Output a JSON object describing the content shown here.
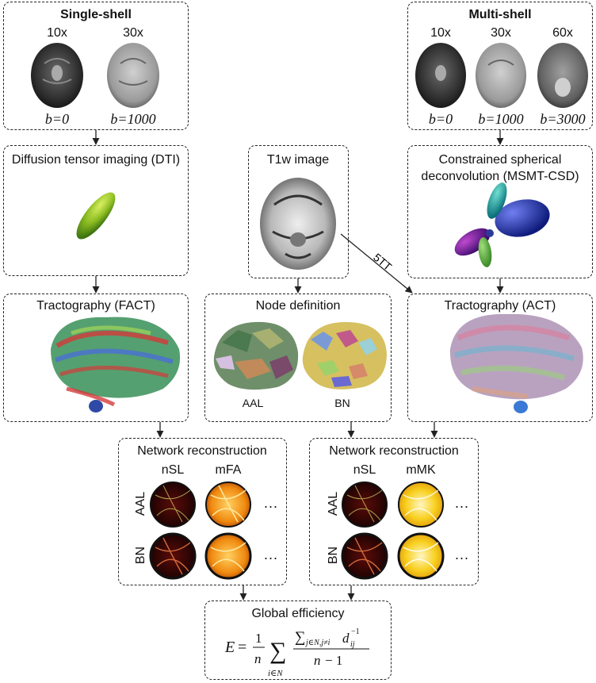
{
  "single_shell": {
    "title": "Single-shell",
    "scans": [
      {
        "label": "10x",
        "b": "0"
      },
      {
        "label": "30x",
        "b": "1000"
      }
    ]
  },
  "multi_shell": {
    "title": "Multi-shell",
    "scans": [
      {
        "label": "10x",
        "b": "0"
      },
      {
        "label": "30x",
        "b": "1000"
      },
      {
        "label": "60x",
        "b": "3000"
      }
    ]
  },
  "b_prefix": "b",
  "dti": {
    "title": "Diffusion tensor imaging (DTI)"
  },
  "t1w": {
    "title": "T1w image"
  },
  "csd": {
    "title_line1": "Constrained spherical",
    "title_line2": "deconvolution (MSMT-CSD)"
  },
  "arrow_5tt": "5TT",
  "fact": {
    "title": "Tractography (FACT)"
  },
  "node": {
    "title": "Node definition",
    "atlas_left": "AAL",
    "atlas_right": "BN"
  },
  "act": {
    "title": "Tractography (ACT)"
  },
  "net_left": {
    "title": "Network reconstruction",
    "col1": "nSL",
    "col2": "mFA",
    "row1": "AAL",
    "row2": "BN",
    "ellipsis": "..."
  },
  "net_right": {
    "title": "Network reconstruction",
    "col1": "nSL",
    "col2": "mMK",
    "row1": "AAL",
    "row2": "BN",
    "ellipsis": "..."
  },
  "efficiency": {
    "title": "Global efficiency"
  },
  "colors": {
    "tensor_green": "#7fb21e",
    "dark_connectome": "#3a0606",
    "hot_connectome": "#f08a10",
    "yellow_connectome": "#f8d020",
    "tract_red": "#d43a3a",
    "tract_green": "#46b26a",
    "tract_blue": "#4a6fd6"
  }
}
